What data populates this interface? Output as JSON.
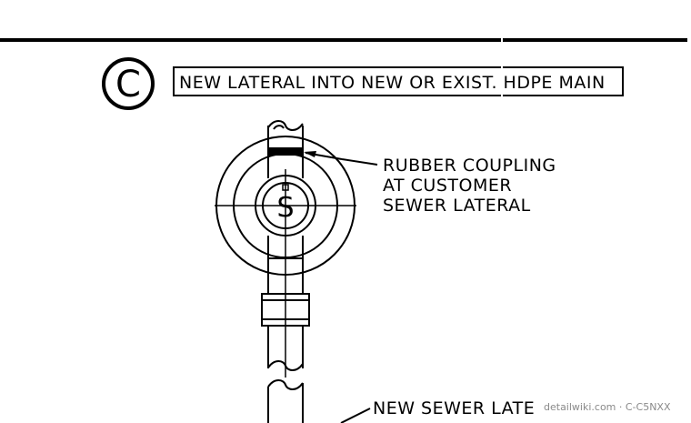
{
  "detail": {
    "letter": "C",
    "title": "NEW LATERAL INTO NEW OR EXIST. HDPE MAIN"
  },
  "callouts": {
    "coupling": {
      "line1": "RUBBER COUPLING",
      "line2": "AT CUSTOMER",
      "line3": "SEWER LATERAL"
    },
    "lateral": {
      "line1": "NEW SEWER LATEF"
    }
  },
  "main_pipe_symbol": "S",
  "watermark": "detailwiki.com · C-C5NXX"
}
